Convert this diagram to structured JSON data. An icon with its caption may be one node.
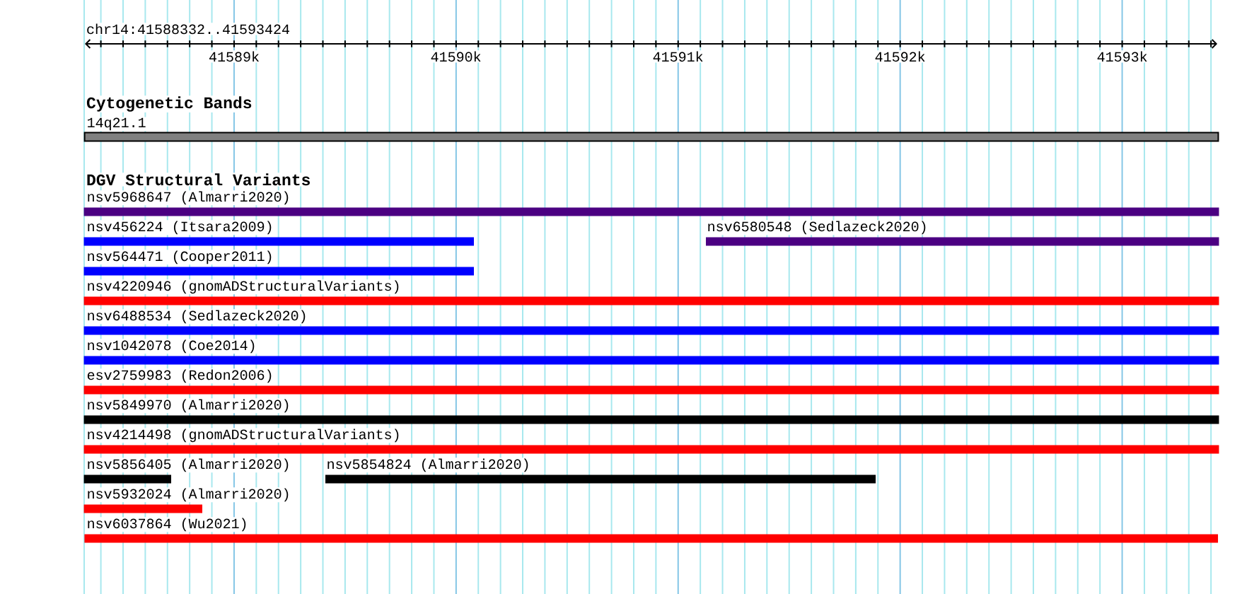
{
  "diagram": {
    "title": "chr14:41588332..41593424",
    "nodes": [
      {
        "text": [
          "14q21.1"
        ]
      },
      {
        "text": [
          "nsv5968647 (Almarri2020)"
        ]
      },
      {
        "text": [
          "nsv456224 (Itsara2009)"
        ]
      },
      {
        "text": [
          "nsv6580548 (Sedlazeck2020)"
        ]
      },
      {
        "text": [
          "nsv564471 (Cooper2011)"
        ]
      },
      {
        "text": [
          "nsv4220946 (gnomADStructuralVariants)"
        ]
      },
      {
        "text": [
          "nsv6488534 (Sedlazeck2020)"
        ]
      },
      {
        "text": [
          "nsv1042078 (Coe2014)"
        ]
      },
      {
        "text": [
          "esv2759983 (Redon2006)"
        ]
      },
      {
        "text": [
          "nsv5849970 (Almarri2020)"
        ]
      },
      {
        "text": [
          "nsv4214498 (gnomADStructuralVariants)"
        ]
      },
      {
        "text": [
          "nsv5856405 (Almarri2020)"
        ]
      },
      {
        "text": [
          "nsv5854824 (Almarri2020)"
        ]
      },
      {
        "text": [
          "nsv5932024 (Almarri2020)"
        ]
      },
      {
        "text": [
          "nsv6037864 (Wu2021)"
        ]
      }
    ],
    "labels": [
      "41589k",
      "41590k",
      "41591k",
      "41592k",
      "41593k",
      "Cytogenetic Bands",
      "DGV Structural Variants"
    ]
  }
}
